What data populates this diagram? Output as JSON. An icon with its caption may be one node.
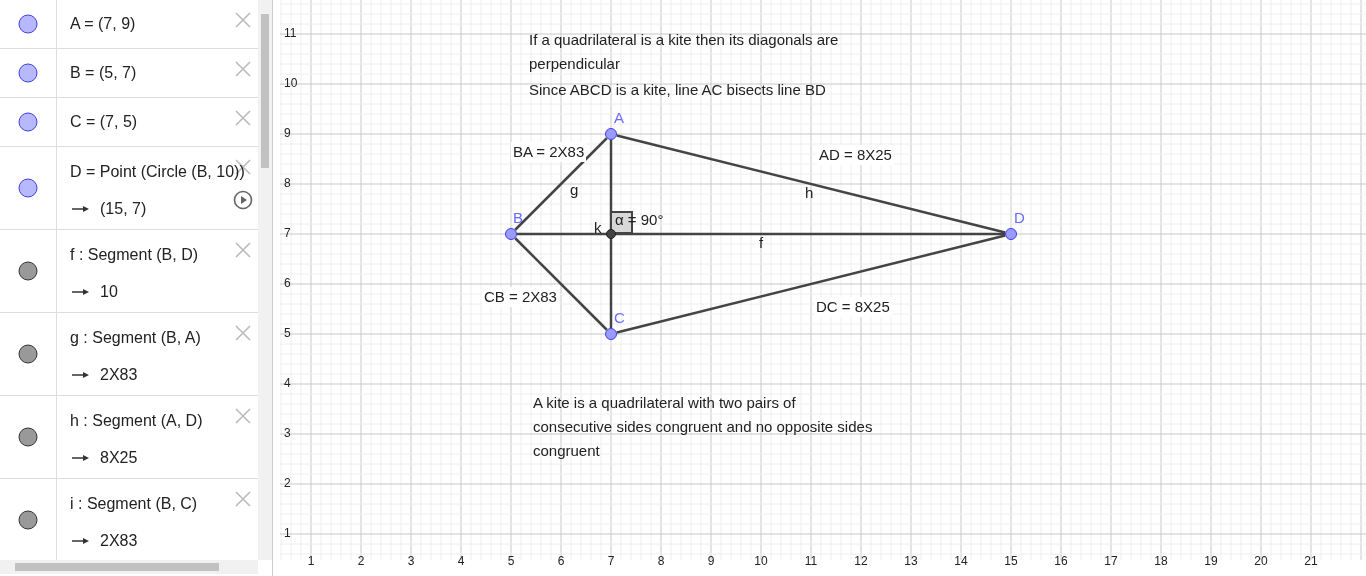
{
  "diagram": {
    "nodes": [
      {
        "text": [],
        "shape": "circle",
        "beside": [
          "A"
        ]
      },
      {
        "text": [],
        "shape": "circle",
        "beside": [
          "B"
        ]
      },
      {
        "text": [],
        "shape": "circle",
        "beside": [
          "C"
        ]
      },
      {
        "text": [],
        "shape": "circle",
        "beside": [
          "D"
        ]
      },
      {
        "text": [],
        "shape": "circle",
        "beside": [
          "k"
        ]
      }
    ],
    "edges": [
      {
        "from": 1,
        "to": 0,
        "arrow": "none",
        "label": "g"
      },
      {
        "from": 0,
        "to": 3,
        "arrow": "none",
        "label": "h"
      },
      {
        "from": 1,
        "to": 3,
        "arrow": "none",
        "label": "f"
      },
      {
        "from": 1,
        "to": 2,
        "arrow": "none"
      },
      {
        "from": 2,
        "to": 3,
        "arrow": "none"
      },
      {
        "from": 0,
        "to": 2,
        "arrow": "none"
      }
    ],
    "labels": [
      "A = (7, 9)",
      "B = (5, 7)",
      "C = (7, 5)",
      "D = Point (Circle (B, 10))",
      "(15, 7)",
      "f : Segment (B, D)",
      "10",
      "g : Segment (B, A)",
      "2X83",
      "h : Segment (A, D)",
      "8X25",
      "i : Segment (B, C)",
      "2X83",
      "If a quadrilateral is a kite then its diagonals are perpendicular",
      "Since ABCD is a kite, line AC bisects line BD",
      "BA = 2X83",
      "AD = 8X25",
      "α = 90°",
      "CB = 2X83",
      "DC = 8X25",
      "A kite is a quadrilateral with two pairs of consecutive sides congruent and no opposite sides congruent",
      "11",
      "10",
      "9",
      "8",
      "7",
      "6",
      "5",
      "4",
      "3",
      "2",
      "1",
      "1",
      "2",
      "3",
      "4",
      "5",
      "6",
      "7",
      "8",
      "9",
      "10",
      "11",
      "12",
      "13",
      "14",
      "15",
      "16",
      "17",
      "18",
      "19",
      "20",
      "21"
    ]
  }
}
